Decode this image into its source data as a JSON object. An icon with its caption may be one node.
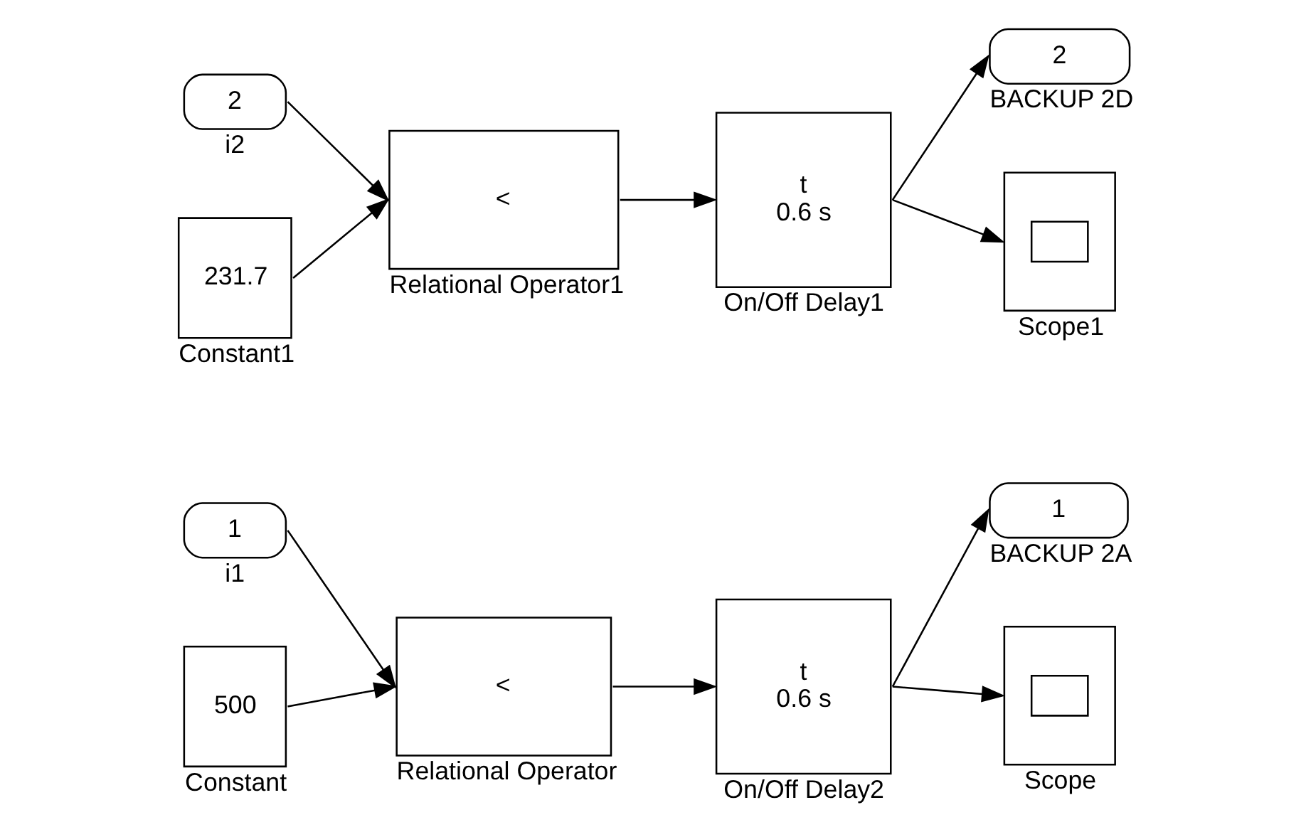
{
  "diagram": {
    "nodes": [
      {
        "text": [
          "1"
        ],
        "beside": [
          "i1"
        ]
      },
      {
        "text": [
          "500"
        ],
        "beside": [
          "Constant"
        ]
      },
      {
        "text": [
          "<"
        ],
        "beside": [
          "Relational Operator"
        ]
      },
      {
        "text": [
          "t",
          "0.6 s"
        ],
        "beside": [
          "On/Off Delay2"
        ]
      },
      {
        "text": [
          "1"
        ],
        "beside": [
          "BACKUP 2A"
        ]
      },
      {
        "text": [],
        "shape": "box",
        "beside": [
          "Scope"
        ]
      },
      {
        "text": [
          "2"
        ],
        "beside": [
          "i2"
        ]
      },
      {
        "text": [
          "231.7"
        ],
        "beside": [
          "Constant1"
        ]
      },
      {
        "text": [
          "<"
        ],
        "beside": [
          "Relational Operator1"
        ]
      },
      {
        "text": [
          "t",
          "0.6 s"
        ],
        "beside": [
          "On/Off Delay1"
        ]
      },
      {
        "text": [
          "2"
        ],
        "beside": [
          "BACKUP 2D"
        ]
      },
      {
        "text": [],
        "shape": "box",
        "beside": [
          "Scope1"
        ]
      }
    ],
    "edges": [
      {
        "from": 0,
        "to": 2,
        "arrow": "to"
      },
      {
        "from": 1,
        "to": 2,
        "arrow": "to"
      },
      {
        "from": 2,
        "to": 3,
        "arrow": "to"
      },
      {
        "from": 3,
        "to": 4,
        "arrow": "to"
      },
      {
        "from": 3,
        "to": 5,
        "arrow": "to"
      },
      {
        "from": 6,
        "to": 8,
        "arrow": "to"
      },
      {
        "from": 7,
        "to": 8,
        "arrow": "to"
      },
      {
        "from": 8,
        "to": 9,
        "arrow": "to"
      },
      {
        "from": 9,
        "to": 10,
        "arrow": "to"
      },
      {
        "from": 9,
        "to": 11,
        "arrow": "to"
      }
    ]
  }
}
